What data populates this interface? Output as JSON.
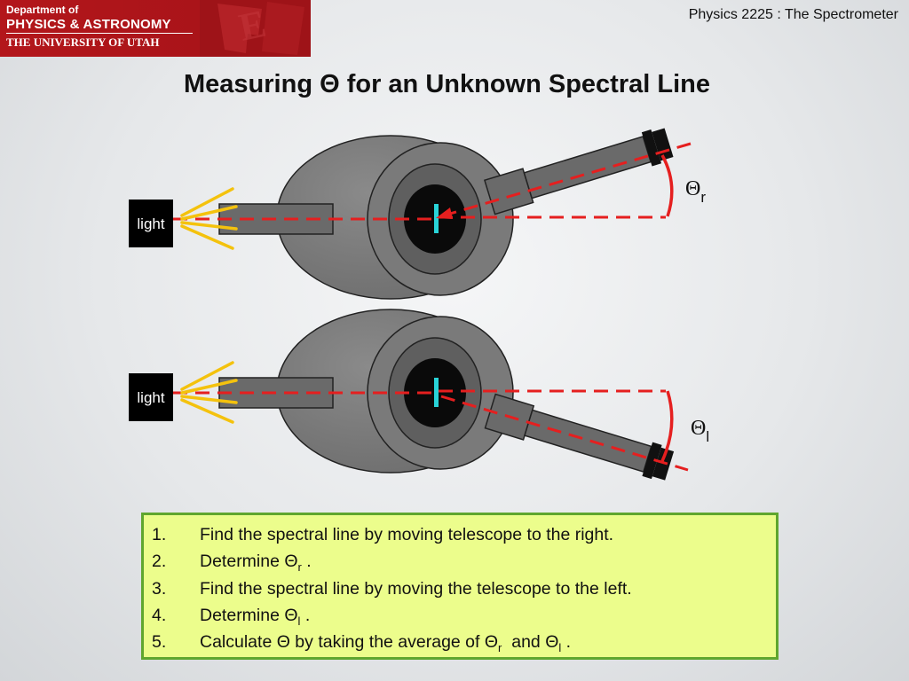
{
  "header": {
    "logo_dept": "Department of",
    "logo_physics": "PHYSICS & ASTRONOMY",
    "logo_university": "THE UNIVERSITY OF UTAH",
    "course_title": "Physics 2225 : The Spectrometer"
  },
  "title": "Measuring Θ for an Unknown Spectral Line",
  "diagram": {
    "top": {
      "light_label": "light",
      "angle_symbol": "Θ",
      "angle_subscript": "r"
    },
    "bottom": {
      "light_label": "light",
      "angle_symbol": "Θ",
      "angle_subscript": "l"
    },
    "colors": {
      "body": "#7a7a7a",
      "tube": "#6a6a6a",
      "beam": "#e51f1f",
      "rays": "#f4c20d",
      "grating": "#29d3d8",
      "light_box": "#000000"
    }
  },
  "steps": [
    {
      "num": "1.",
      "parts": [
        "Find the spectral line by moving telescope to the right."
      ]
    },
    {
      "num": "2.",
      "parts": [
        "Determine ",
        "Θ",
        "r",
        " ."
      ]
    },
    {
      "num": "3.",
      "parts": [
        "Find the spectral line by moving the telescope to the left."
      ]
    },
    {
      "num": "4.",
      "parts": [
        "Determine ",
        "Θ",
        "l",
        " ."
      ]
    },
    {
      "num": "5.",
      "parts": [
        "Calculate ",
        "Θ",
        " by taking the average of ",
        "Θ",
        "r",
        "  and ",
        "Θ",
        "l",
        " ."
      ]
    }
  ]
}
